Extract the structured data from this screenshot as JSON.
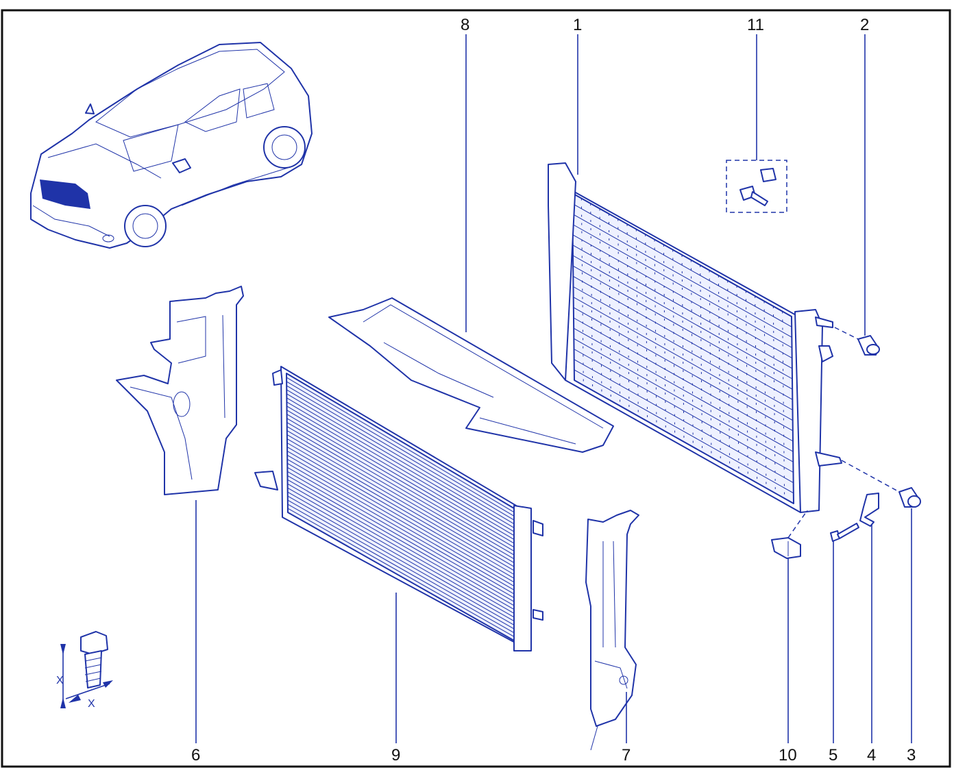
{
  "callouts": {
    "c1": "1",
    "c2": "2",
    "c3": "3",
    "c4": "4",
    "c5": "5",
    "c6": "6",
    "c7": "7",
    "c8": "8",
    "c9": "9",
    "c10": "10",
    "c11": "11"
  },
  "bolt_symbol": {
    "dim_label_1": "X",
    "dim_label_2": "X"
  },
  "colors": {
    "line": "#1f33a8",
    "text": "#111111",
    "highlight": "#1f33a8"
  }
}
